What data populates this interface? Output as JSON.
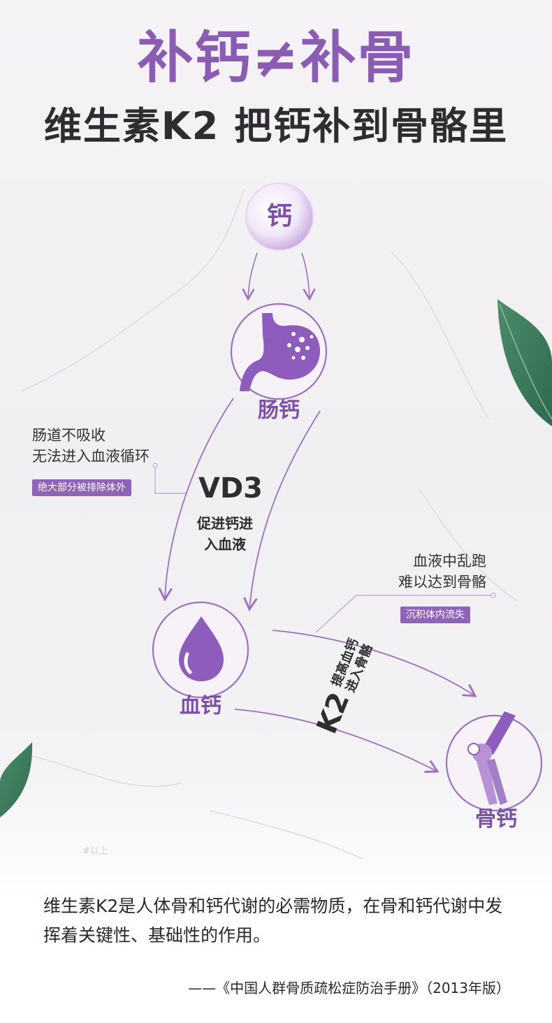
{
  "header": {
    "title": "补钙≠补骨",
    "subtitle": "维生素K2  把钙补到骨骼里"
  },
  "nodes": {
    "calcium": "钙",
    "intestinal": "肠钙",
    "blood": "血钙",
    "bone": "骨钙"
  },
  "left_note": {
    "line1": "肠道不吸收",
    "line2": "无法进入血液循环",
    "tag": "绝大部分被排除体外"
  },
  "right_note": {
    "line1": "血液中乱跑",
    "line2": "难以达到骨骼",
    "tag": "沉积体内流失"
  },
  "vd3": {
    "title": "VD3",
    "line1": "促进钙进",
    "line2": "入血液"
  },
  "k2": {
    "title": "K2",
    "line1": "提高血钙",
    "line2": "进入骨骼"
  },
  "watermark": "#以上",
  "description": "维生素K2是人体骨和钙代谢的必需物质，在骨和钙代谢中发挥着关键性、基础性的作用。",
  "source": "——《中国人群骨质疏松症防治手册》（2013年版）",
  "colors": {
    "accent": "#8a5cb4",
    "tag_bg": "#8e63b8",
    "line": "#9a72c0",
    "leaf": "#3f7f5e"
  }
}
